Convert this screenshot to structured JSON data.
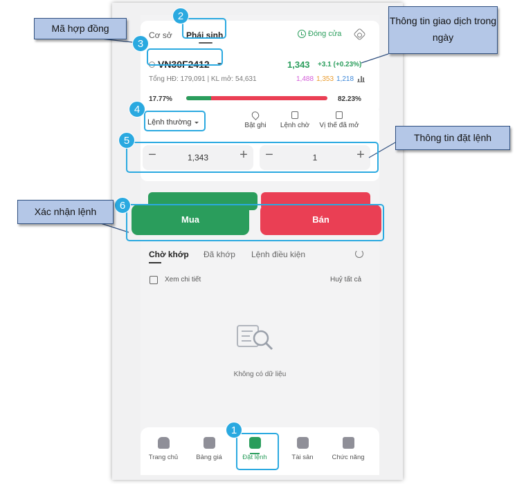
{
  "tabs": {
    "co_so": "Cơ sở",
    "phai_sinh": "Phái sinh"
  },
  "market_status": "Đóng cửa",
  "contract": {
    "symbol": "VN30F2412",
    "price": "1,343",
    "change": "+3.1 (+0.23%)",
    "meta": "Tổng HĐ: 179,091 | KL mở: 54,631",
    "ceiling": "1,488",
    "reference": "1,353",
    "floor": "1,218"
  },
  "ratio": {
    "buy_pct_label": "17.77%",
    "sell_pct_label": "82.23%",
    "buy_fraction": 0.1777
  },
  "order": {
    "type": "Lệnh thường",
    "actions": [
      "Bật ghi",
      "Lệnh chờ",
      "Vị thế đã mở"
    ],
    "price_value": "1,343",
    "qty_value": "1",
    "buy_label": "Mua",
    "sell_label": "Bán"
  },
  "list": {
    "tabs": [
      "Chờ khớp",
      "Đã khớp",
      "Lệnh điều kiện"
    ],
    "detail_label": "Xem chi tiết",
    "cancel_all": "Huỷ tất cả",
    "empty_text": "Không có dữ liệu"
  },
  "bottom_nav": [
    "Trang chủ",
    "Bảng giá",
    "Đặt lệnh",
    "Tài sản",
    "Chức năng"
  ],
  "annotations": {
    "badges": [
      "1",
      "2",
      "3",
      "4",
      "5",
      "6"
    ],
    "callout_contract": "Mã hợp đồng",
    "callout_info": "Thông tin giao dịch trong ngày",
    "callout_order": "Thông tin đặt lệnh",
    "callout_confirm": "Xác nhận lệnh"
  },
  "colors": {
    "green": "#2a9d5c",
    "red": "#ea3f54",
    "highlight": "#2aa9e0",
    "callout_fill": "#b4c7e7"
  }
}
